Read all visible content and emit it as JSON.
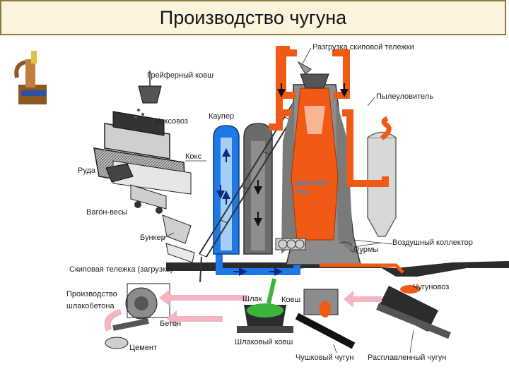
{
  "title": "Производство чугуна",
  "labels": {
    "skip_unload": "Разгрузка скиповой тележки",
    "grab_bucket": "Грейферный ковш",
    "dust_catcher": "Пылеуловитель",
    "cowper": "Каупер",
    "coke_oven": "Коксовоз",
    "coke": "Кокс",
    "ore": "Руда",
    "blast_furnace_1": "Доменная",
    "blast_furnace_2": "печь",
    "wagon_scales": "Вагон-весы",
    "bunker": "Бункер",
    "tuyeres": "Фурмы",
    "air_collector": "Воздушный коллектор",
    "skip_cart": "Скиповая тележка (загрузка)",
    "slag_concrete_1": "Производство",
    "slag_concrete_2": "шлакобетона",
    "slag": "Шлак",
    "ladle": "Ковш",
    "iron_car": "Чугуновоз",
    "concrete": "Бетон",
    "slag_ladle": "Шлаковый ковш",
    "cement": "Цемент",
    "pig_iron": "Чушковый чугун",
    "molten_iron": "Расплавленный чугун"
  },
  "colors": {
    "furnace": "#f05a14",
    "hot_air": "#1e78e6",
    "shell": "#8c8c8c",
    "slag": "#3cb43c",
    "frame": "#8a7a40",
    "background_title": "#fbf3dc"
  }
}
